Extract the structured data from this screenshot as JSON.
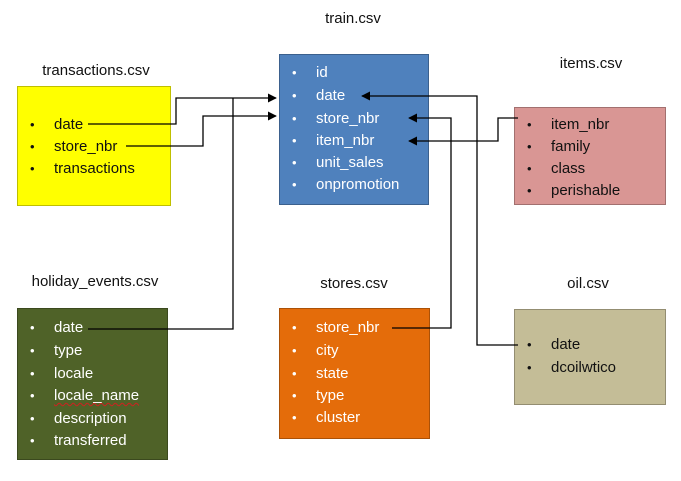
{
  "tables": {
    "train": {
      "title": "train.csv",
      "color": "#4f81bd",
      "fields": [
        "id",
        "date",
        "store_nbr",
        "item_nbr",
        "unit_sales",
        "onpromotion"
      ]
    },
    "transactions": {
      "title": "transactions.csv",
      "color": "#ffff00",
      "fields": [
        "date",
        "store_nbr",
        "transactions"
      ]
    },
    "items": {
      "title": "items.csv",
      "color": "#d99694",
      "fields": [
        "item_nbr",
        "family",
        "class",
        "perishable"
      ]
    },
    "holiday_events": {
      "title": "holiday_events.csv",
      "color": "#4f6228",
      "fields": [
        "date",
        "type",
        "locale",
        "locale_name",
        "description",
        "transferred"
      ]
    },
    "stores": {
      "title": "stores.csv",
      "color": "#e46c0a",
      "fields": [
        "store_nbr",
        "city",
        "state",
        "type",
        "cluster"
      ]
    },
    "oil": {
      "title": "oil.csv",
      "color": "#c4bd97",
      "fields": [
        "date",
        "dcoilwtico"
      ]
    }
  },
  "bullet": "•"
}
